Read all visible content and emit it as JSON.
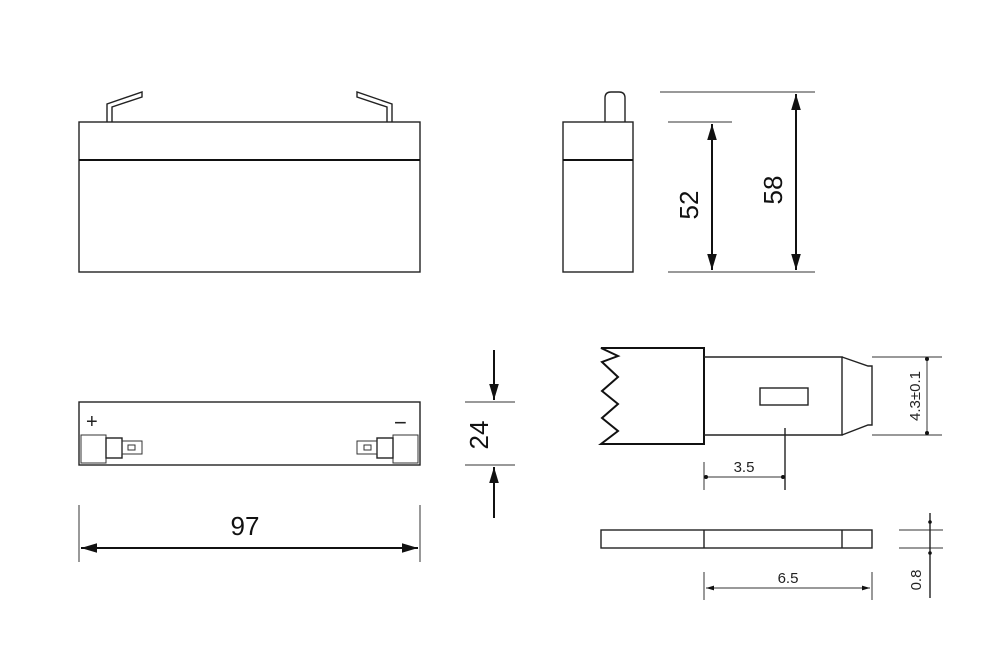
{
  "drawing": {
    "dimensions": {
      "length": "97",
      "width": "24",
      "height_case": "52",
      "height_total": "58",
      "terminal_width": "4.3±0.1",
      "terminal_hole_offset": "3.5",
      "terminal_length": "6.5",
      "terminal_thickness": "0.8"
    },
    "polarity": {
      "positive": "+",
      "negative": "−"
    }
  }
}
